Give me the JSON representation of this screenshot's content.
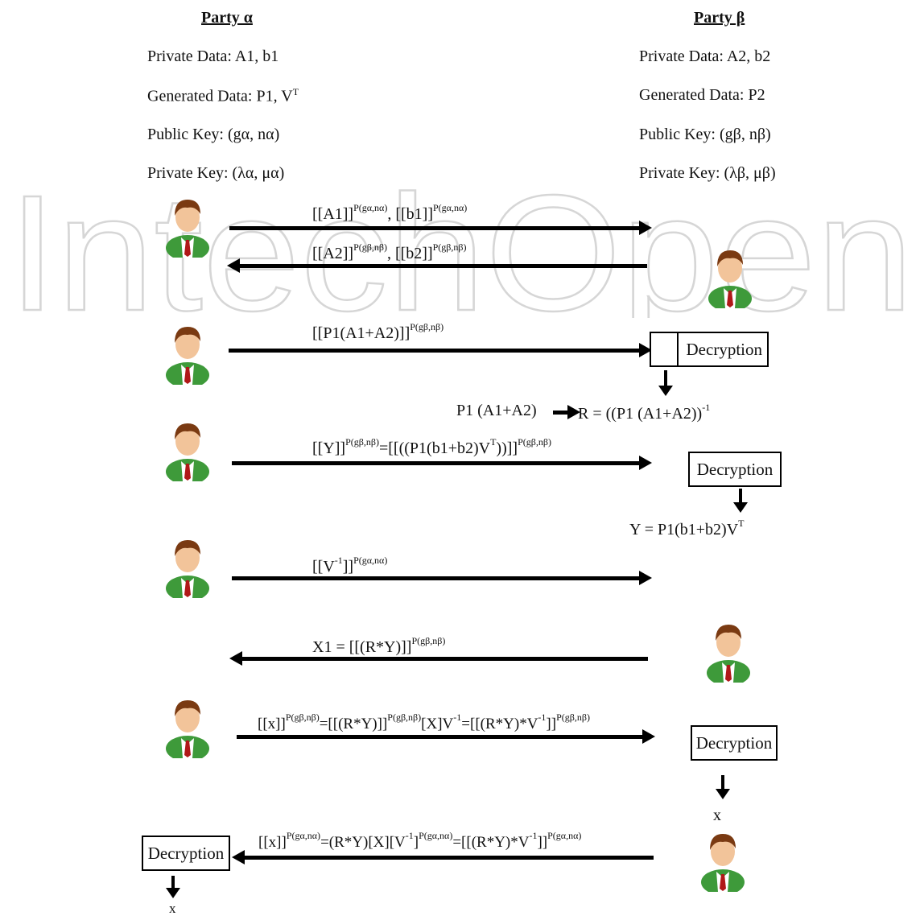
{
  "watermark": "IntechOpen",
  "party_alpha": {
    "title": "Party α",
    "private_data": "Private Data: A1, b1",
    "generated_data_prefix": "Generated Data: P1, V",
    "generated_data_sup": "T",
    "public_key": "Public Key: (gα, nα)",
    "private_key": "Private Key: (λα, μα)"
  },
  "party_beta": {
    "title": "Party β",
    "private_data": "Private Data: A2, b2",
    "generated_data": "Generated Data: P2",
    "public_key": "Public Key: (gβ, nβ)",
    "private_key": "Private Key: (λβ, μβ)"
  },
  "messages": {
    "m1_base": "[[A1]]",
    "m1_sup": "P(gα,nα)",
    "m1_sep": ", [[b1]]",
    "m1_sup2": "P(gα,nα)",
    "m2_base": "[[A2]]",
    "m2_sup": "P(gβ,nβ)",
    "m2_sep": ", [[b2]]",
    "m2_sup2": "P(gβ,nβ)",
    "m3_base": "[[P1(A1+A2)]]",
    "m3_sup": "P(gβ,nβ)",
    "m4_base": "[[Y]]",
    "m4_sup": "P(gβ,nβ)",
    "m4_eq": "=[[((P1(b1+b2)V",
    "m4_T": "T",
    "m4_close": "))]]",
    "m4_sup2": "P(gβ,nβ)",
    "m5_base": "[[V",
    "m5_inv": "-1",
    "m5_close": "]]",
    "m5_sup": "P(gα,nα)",
    "m6_base": "X1 = [[(R*Y)]]",
    "m6_sup": "P(gβ,nβ)",
    "m7_a": "[[x]]",
    "m7_sup1": "P(gβ,nβ)",
    "m7_b": "=[[(R*Y)]]",
    "m7_sup2": "P(gβ,nβ)",
    "m7_c": "[X]V",
    "m7_inv1": "-1",
    "m7_d": "=[[(R*Y)*V",
    "m7_inv2": "-1",
    "m7_e": "]]",
    "m7_sup3": "P(gβ,nβ)",
    "m8_a": "[[x]]",
    "m8_sup1": "P(gα,nα)",
    "m8_b": "=(R*Y)[X][V",
    "m8_inv1": "-1",
    "m8_c": "]",
    "m8_sup2": "P(gα,nα)",
    "m8_d": "=[[(R*Y)*V",
    "m8_inv2": "-1",
    "m8_e": "]]",
    "m8_sup3": "P(gα,nα)"
  },
  "steps": {
    "decryption": "Decryption",
    "r_prefix": "P1 (A1+A2)",
    "r_eq": "R = ((P1 (A1+A2))",
    "r_inv": "-1",
    "y_result": "Y = P1(b1+b2)V",
    "y_T": "T",
    "x_label": "x"
  },
  "colors": {
    "person_shirt": "#3e9a3a",
    "person_tie": "#b01818",
    "person_skin": "#f2c49a",
    "person_hair": "#7a3a12",
    "watermark": "#d8d8d8"
  }
}
